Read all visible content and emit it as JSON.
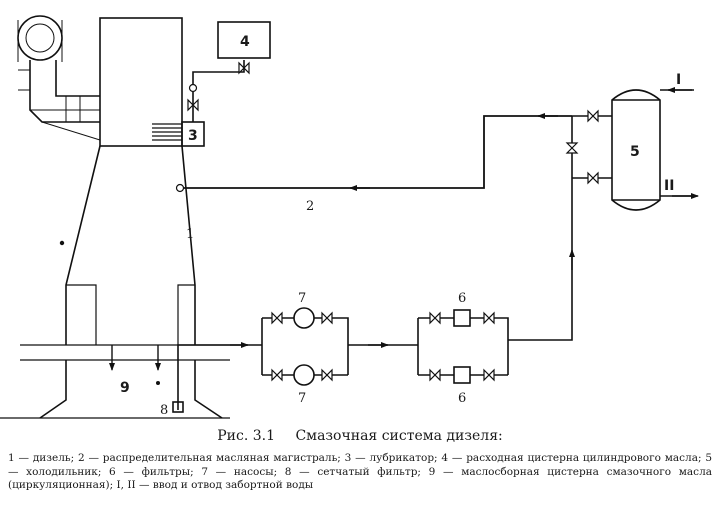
{
  "labels": {
    "n1": "1",
    "n2": "2",
    "n3": "3",
    "n4": "4",
    "n5": "5",
    "n6_top": "6",
    "n6_bottom": "6",
    "n7_top": "7",
    "n7_bottom": "7",
    "n8": "8",
    "n9": "9",
    "in_I": "I",
    "out_II": "II"
  },
  "caption": {
    "number": "Рис. 3.1",
    "title": "Смазочная система дизеля:",
    "legend_line1": "1 — дизель; 2 — распределительная масляная магистраль; 3 — лубрикатор; 4 — расходная цистерна цилиндрового масла; 5 — холодильник; 6 — фильтры; 7 — насосы; 8 — сетчатый фильтр; 9 — маслосборная цистерна смазочного масла (циркуляционная); I, II — ввод и отвод забортной воды",
    "legend_line2": ""
  }
}
